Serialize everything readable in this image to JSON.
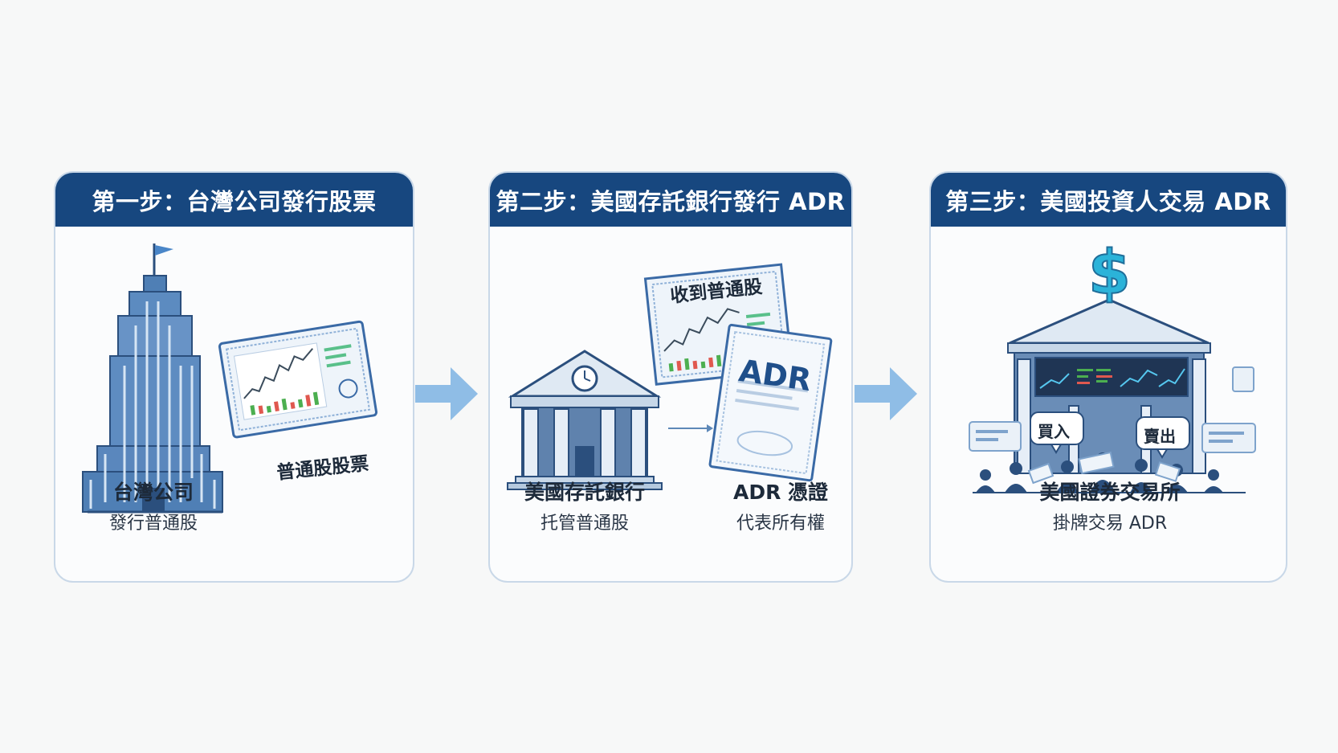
{
  "steps": [
    {
      "header": "第一步：台灣公司發行股票",
      "doc_label": "普通股股票",
      "caption_title": "台灣公司",
      "caption_sub": "發行普通股"
    },
    {
      "header": "第二步：美國存託銀行發行 ADR",
      "doc_label": "收到普通股",
      "adr_mark": "ADR",
      "caption_title": "美國存託銀行",
      "caption_sub": "托管普通股",
      "caption2_title": "ADR 憑證",
      "caption2_sub": "代表所有權"
    },
    {
      "header": "第三步：美國投資人交易 ADR",
      "buy_bubble": "買入",
      "sell_bubble": "賣出",
      "dollar_icon": "$",
      "caption_title": "美國證券交易所",
      "caption_sub": "掛牌交易 ADR"
    }
  ],
  "colors": {
    "header_bg": "#17477f",
    "panel_border": "#c9d8e8",
    "arrow": "#8fbde6",
    "dollar": "#2bb3d9"
  }
}
